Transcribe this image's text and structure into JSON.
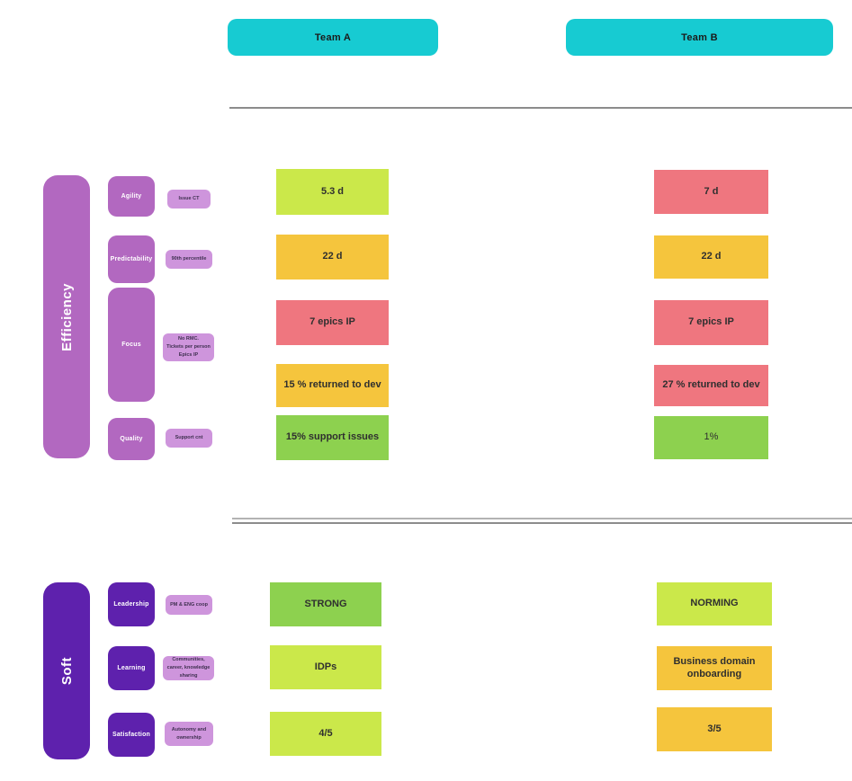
{
  "palette": {
    "teal": "#17cbd2",
    "lime": "#cbe84a",
    "yellow": "#f5c53d",
    "red": "#ef767f",
    "green": "#8dd14f",
    "purple": "#b268c0",
    "purple_light": "#ce95dc",
    "purple_deep": "#5e21ad",
    "divider": "#8c8c8c",
    "divider_light": "#b3b3b3",
    "text_dark": "#2f2f2f"
  },
  "headers": {
    "color": "teal",
    "items": [
      {
        "label": "Team A"
      },
      {
        "label": "Team B"
      }
    ]
  },
  "sections": [
    {
      "id": "efficiency",
      "label": "Efficiency",
      "bar_color": "purple",
      "metric_color": "purple",
      "note_color": "purple_light",
      "metrics": [
        {
          "label": "Agility",
          "note": "Issue CT"
        },
        {
          "label": "Predictability",
          "note": "90th percentile"
        },
        {
          "label": "Focus",
          "note": "No RMC.\nTickets per person\nEpics IP"
        },
        {
          "label": "Quality",
          "note": "Support cnt"
        }
      ],
      "team_a": [
        {
          "text": "5.3 d",
          "color": "lime"
        },
        {
          "text": "22 d",
          "color": "yellow"
        },
        {
          "text": "7 epics IP",
          "color": "red"
        },
        {
          "text": "15 % returned to dev",
          "color": "yellow"
        },
        {
          "text": "15% support issues",
          "color": "green"
        }
      ],
      "team_b": [
        {
          "text": "7 d",
          "color": "red"
        },
        {
          "text": "22 d",
          "color": "yellow"
        },
        {
          "text": "7 epics IP",
          "color": "red"
        },
        {
          "text": "27 % returned to dev",
          "color": "red"
        },
        {
          "text": "1%",
          "color": "green"
        }
      ]
    },
    {
      "id": "soft",
      "label": "Soft",
      "bar_color": "purple_deep",
      "metric_color": "purple_deep",
      "note_color": "purple_light",
      "metrics": [
        {
          "label": "Leadership",
          "note": "PM & ENG coop"
        },
        {
          "label": "Learning",
          "note": "Communities, career, knowledge sharing"
        },
        {
          "label": "Satisfaction",
          "note": "Autonomy and ownership"
        }
      ],
      "team_a": [
        {
          "text": "STRONG",
          "color": "green"
        },
        {
          "text": "IDPs",
          "color": "lime"
        },
        {
          "text": "4/5",
          "color": "lime"
        }
      ],
      "team_b": [
        {
          "text": "NORMING",
          "color": "lime"
        },
        {
          "text": "Business domain onboarding",
          "color": "yellow"
        },
        {
          "text": "3/5",
          "color": "yellow"
        }
      ]
    }
  ]
}
